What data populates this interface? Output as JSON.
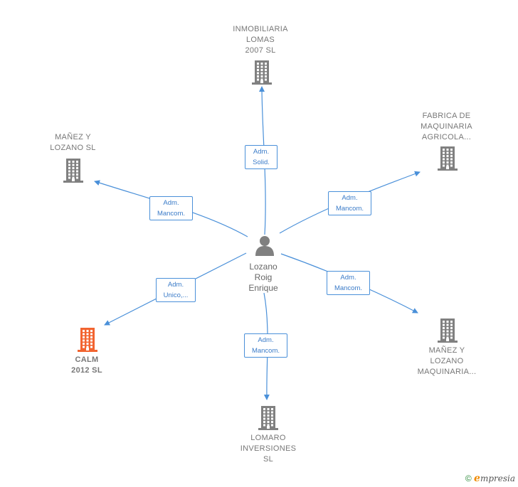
{
  "center": {
    "name": "Lozano\nRoig\nEnrique",
    "icon": "person-icon"
  },
  "companies": [
    {
      "key": "inmobiliaria",
      "name": "INMOBILIARIA\nLOMAS\n2007  SL",
      "icon": "building-icon",
      "color": "#808080"
    },
    {
      "key": "fabrica",
      "name": "FABRICA DE\nMAQUINARIA\nAGRICOLA...",
      "icon": "building-icon",
      "color": "#808080"
    },
    {
      "key": "manez_lozano_sl",
      "name": "MAÑEZ Y\nLOZANO SL",
      "icon": "building-icon",
      "color": "#808080"
    },
    {
      "key": "calm",
      "name": "CALM\n2012  SL",
      "icon": "building-icon",
      "color": "#f26430"
    },
    {
      "key": "lomaro",
      "name": "LOMARO\nINVERSIONES\nSL",
      "icon": "building-icon",
      "color": "#808080"
    },
    {
      "key": "manez_maquinaria",
      "name": "MAÑEZ Y\nLOZANO\nMAQUINARIA...",
      "icon": "building-icon",
      "color": "#808080"
    }
  ],
  "relations": [
    {
      "to": "inmobiliaria",
      "label": "Adm.\nSolid."
    },
    {
      "to": "fabrica",
      "label": "Adm.\nMancom."
    },
    {
      "to": "manez_lozano_sl",
      "label": "Adm.\nMancom."
    },
    {
      "to": "calm",
      "label": "Adm.\nUnico,..."
    },
    {
      "to": "lomaro",
      "label": "Adm.\nMancom."
    },
    {
      "to": "manez_maquinaria",
      "label": "Adm.\nMancom."
    }
  ],
  "footer": {
    "copyright": "©",
    "brand_initial": "e",
    "brand_rest": "mpresia"
  },
  "colors": {
    "edge": "#4a90d9",
    "building": "#808080",
    "highlight": "#f26430",
    "person": "#808080"
  }
}
